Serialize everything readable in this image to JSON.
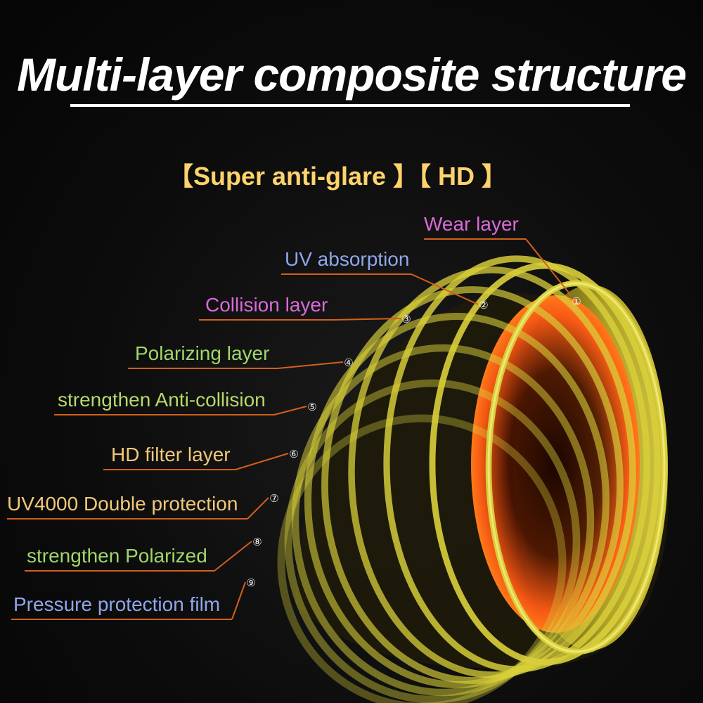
{
  "title": "Multi-layer composite structure",
  "subtitle": "【Super  anti-glare 】【 HD 】",
  "colors": {
    "subtitle": "#ffd36b",
    "leader": "#d2601c",
    "ring": "#d8cf3a",
    "inner_glow": "#ff5a14",
    "background": "#0a0a0a"
  },
  "layers": [
    {
      "number": "①",
      "label": "Wear layer",
      "color": "#d96ad8"
    },
    {
      "number": "②",
      "label": "UV absorption",
      "color": "#8fa6ea"
    },
    {
      "number": "③",
      "label": "Collision layer",
      "color": "#d96ad8"
    },
    {
      "number": "④",
      "label": "Polarizing layer",
      "color": "#9fd66a"
    },
    {
      "number": "⑤",
      "label": "strengthen Anti-collision",
      "color": "#b7d86a"
    },
    {
      "number": "⑥",
      "label": "HD filter layer",
      "color": "#f2c879"
    },
    {
      "number": "⑦",
      "label": "UV4000 Double protection",
      "color": "#f2c879"
    },
    {
      "number": "⑧",
      "label": "strengthen Polarized",
      "color": "#9fd66a"
    },
    {
      "number": "⑨",
      "label": "Pressure protection film",
      "color": "#8fa6ea"
    }
  ]
}
